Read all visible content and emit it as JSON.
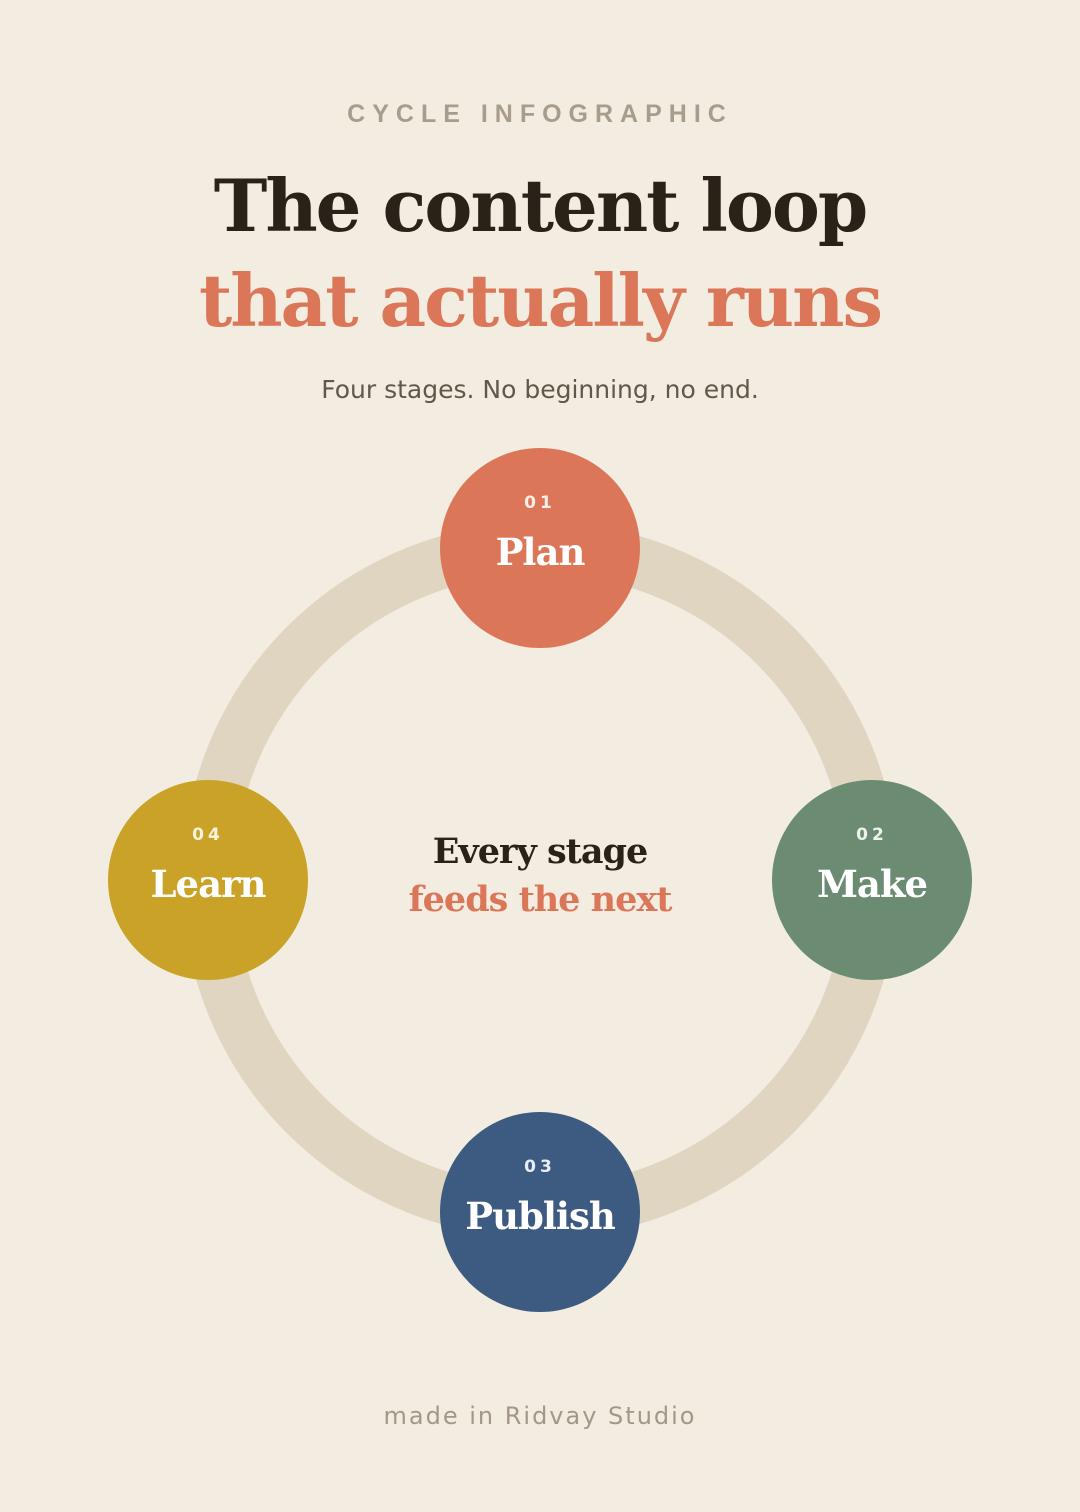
{
  "header": {
    "eyebrow": "CYCLE INFOGRAPHIC",
    "title_line1": "The content loop",
    "title_line2": "that actually runs",
    "subtitle": "Four stages. No beginning, no end."
  },
  "cycle": {
    "ring_color": "#e0d5c0",
    "stages": [
      {
        "number": "01",
        "label": "Plan",
        "color": "#db7758",
        "position": "top"
      },
      {
        "number": "02",
        "label": "Make",
        "color": "#6b8b73",
        "position": "right"
      },
      {
        "number": "03",
        "label": "Publish",
        "color": "#3d5b80",
        "position": "bottom"
      },
      {
        "number": "04",
        "label": "Learn",
        "color": "#c9a227",
        "position": "left"
      }
    ],
    "center": {
      "line1": "Every stage",
      "line2": "feeds the next"
    }
  },
  "colors": {
    "background": "#f3ece1",
    "title_dark": "#2a2119",
    "accent": "#db7758"
  },
  "footer": {
    "credit": "made in Ridvay Studio"
  }
}
